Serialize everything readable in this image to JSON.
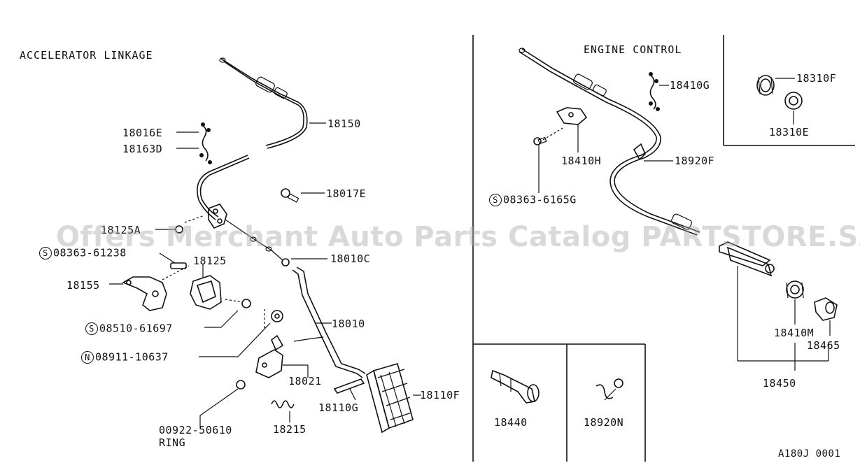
{
  "diagram": {
    "left_title": "ACCELERATOR LINKAGE",
    "right_title": "ENGINE CONTROL",
    "watermark": "Offers Merchant Auto Parts Catalog PARTSTORE.SA",
    "figure_code": "A180J 0001",
    "labels": {
      "p18150": "18150",
      "p18016E": "18016E",
      "p18163D": "18163D",
      "p18017E": "18017E",
      "p18125A": "18125A",
      "s08363_61238": "08363-61238",
      "p18125": "18125",
      "p18155": "18155",
      "p18010C": "18010C",
      "p18010": "18010",
      "s08510_61697": "08510-61697",
      "n08911_10637": "08911-10637",
      "p18021": "18021",
      "p18110F": "18110F",
      "p18110G": "18110G",
      "p00922_50610": "00922-50610",
      "ring": "RING",
      "p18215": "18215",
      "p18410G": "18410G",
      "p18310F": "18310F",
      "p18310E": "18310E",
      "p18410H": "18410H",
      "p18920F": "18920F",
      "s08363_6165G": "08363-6165G",
      "p18410M": "18410M",
      "p18465": "18465",
      "p18450": "18450",
      "p18440": "18440",
      "p18920N": "18920N"
    },
    "symbols": {
      "s": "S",
      "n": "N"
    }
  }
}
